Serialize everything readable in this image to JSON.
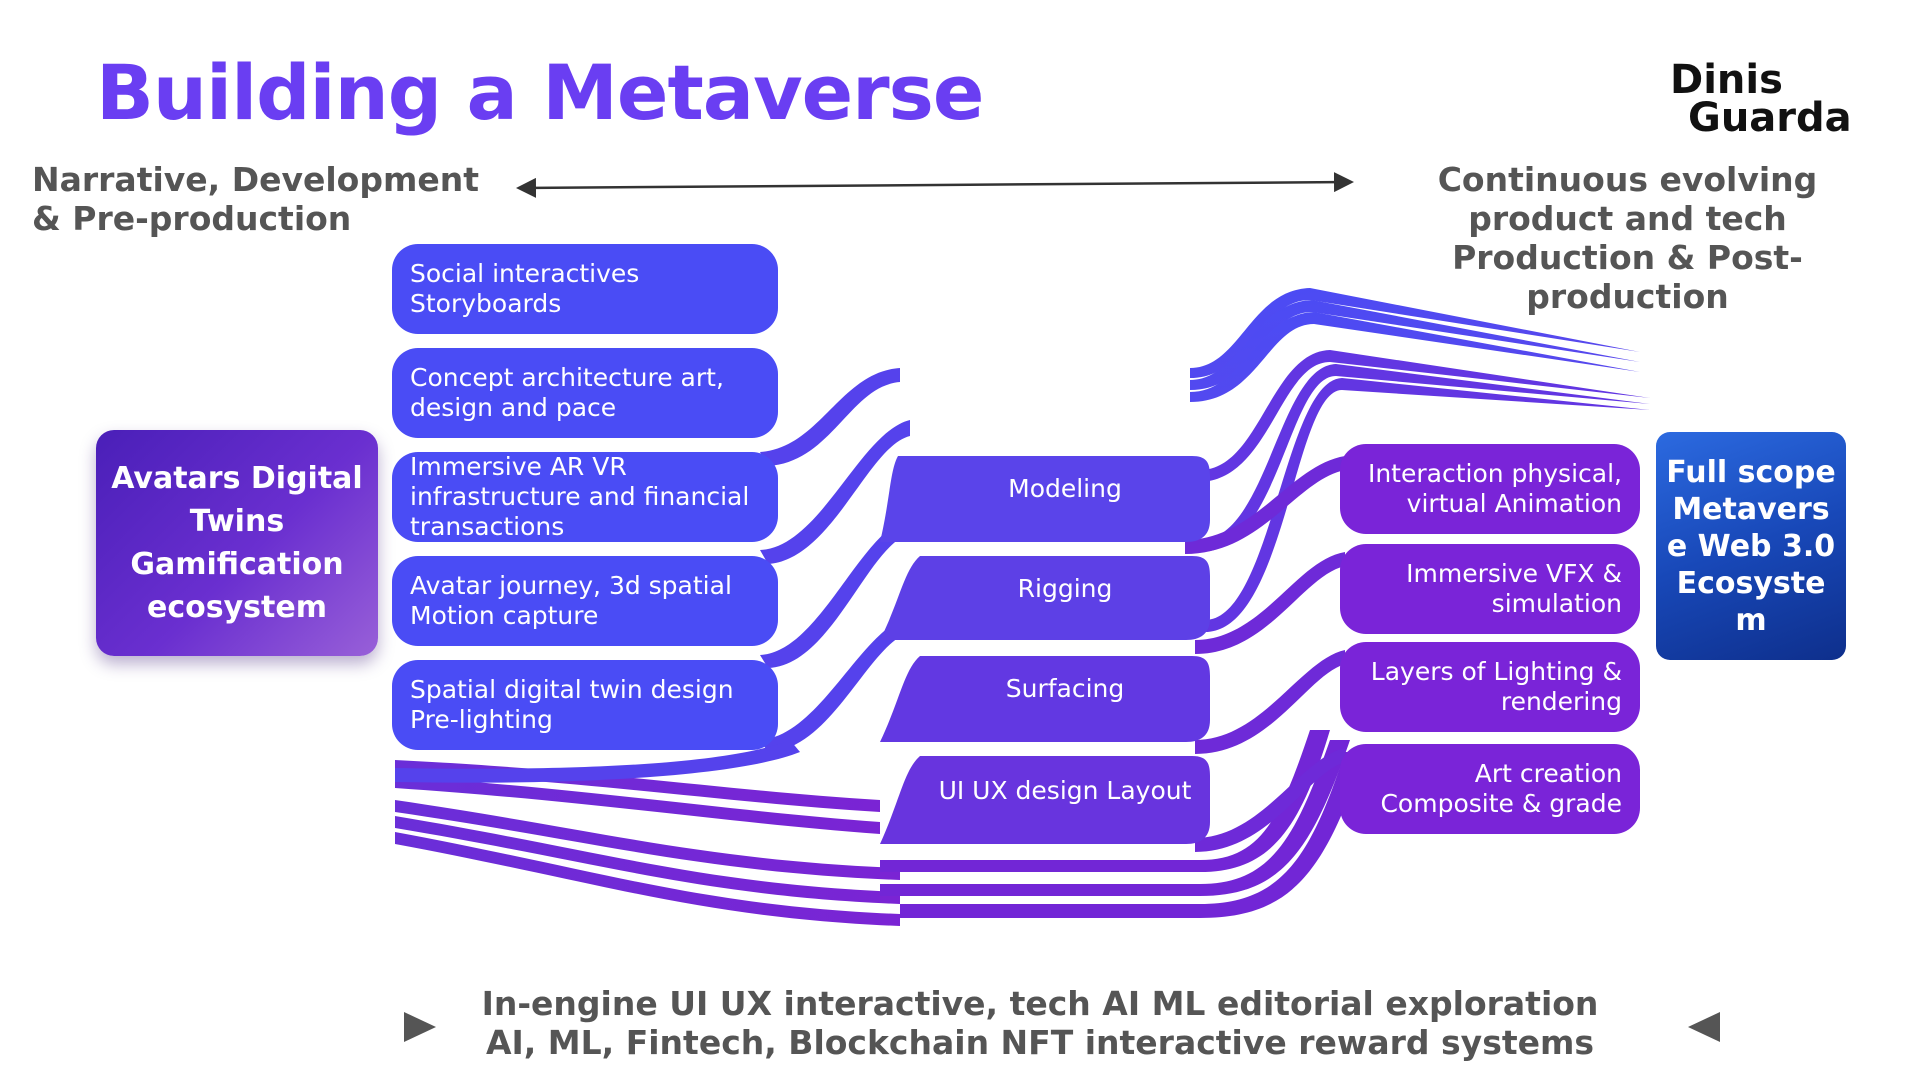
{
  "title": "Building a Metaverse",
  "logo": {
    "line1": "Dinis",
    "line2": "Guarda"
  },
  "phases": {
    "left": "Narrative, Development & Pre-production",
    "right": "Continuous evolving product and tech Production & Post-production"
  },
  "source_box": {
    "label": "Avatars Digital Twins Gamification ecosystem"
  },
  "pre_production": [
    {
      "label": "Social interactives Storyboards"
    },
    {
      "label": "Concept architecture art, design and pace"
    },
    {
      "label": "Immersive AR VR infrastructure and financial transactions"
    },
    {
      "label": "Avatar journey, 3d spatial Motion capture"
    },
    {
      "label": "Spatial digital twin design Pre-lighting"
    }
  ],
  "production": [
    {
      "label": "Modeling"
    },
    {
      "label": "Rigging"
    },
    {
      "label": "Surfacing"
    },
    {
      "label": "UI UX design Layout"
    }
  ],
  "post_production": [
    {
      "label": "Interaction physical, virtual  Animation"
    },
    {
      "label": "Immersive VFX & simulation"
    },
    {
      "label": "Layers of Lighting & rendering"
    },
    {
      "label": "Art creation Composite & grade"
    }
  ],
  "target_box": {
    "label": "Full scope Metaverse Web 3.0 Ecosystem"
  },
  "bottom": {
    "line1": "In-engine UI UX interactive, tech AI ML editorial exploration",
    "line2": "AI, ML, Fintech, Blockchain NFT interactive reward systems"
  },
  "colors": {
    "title": "#6a3ef2",
    "blue_band": "#4a4cf5",
    "purple_band": "#7a24d8",
    "target": "#1848b8",
    "text_gray": "#555555"
  }
}
